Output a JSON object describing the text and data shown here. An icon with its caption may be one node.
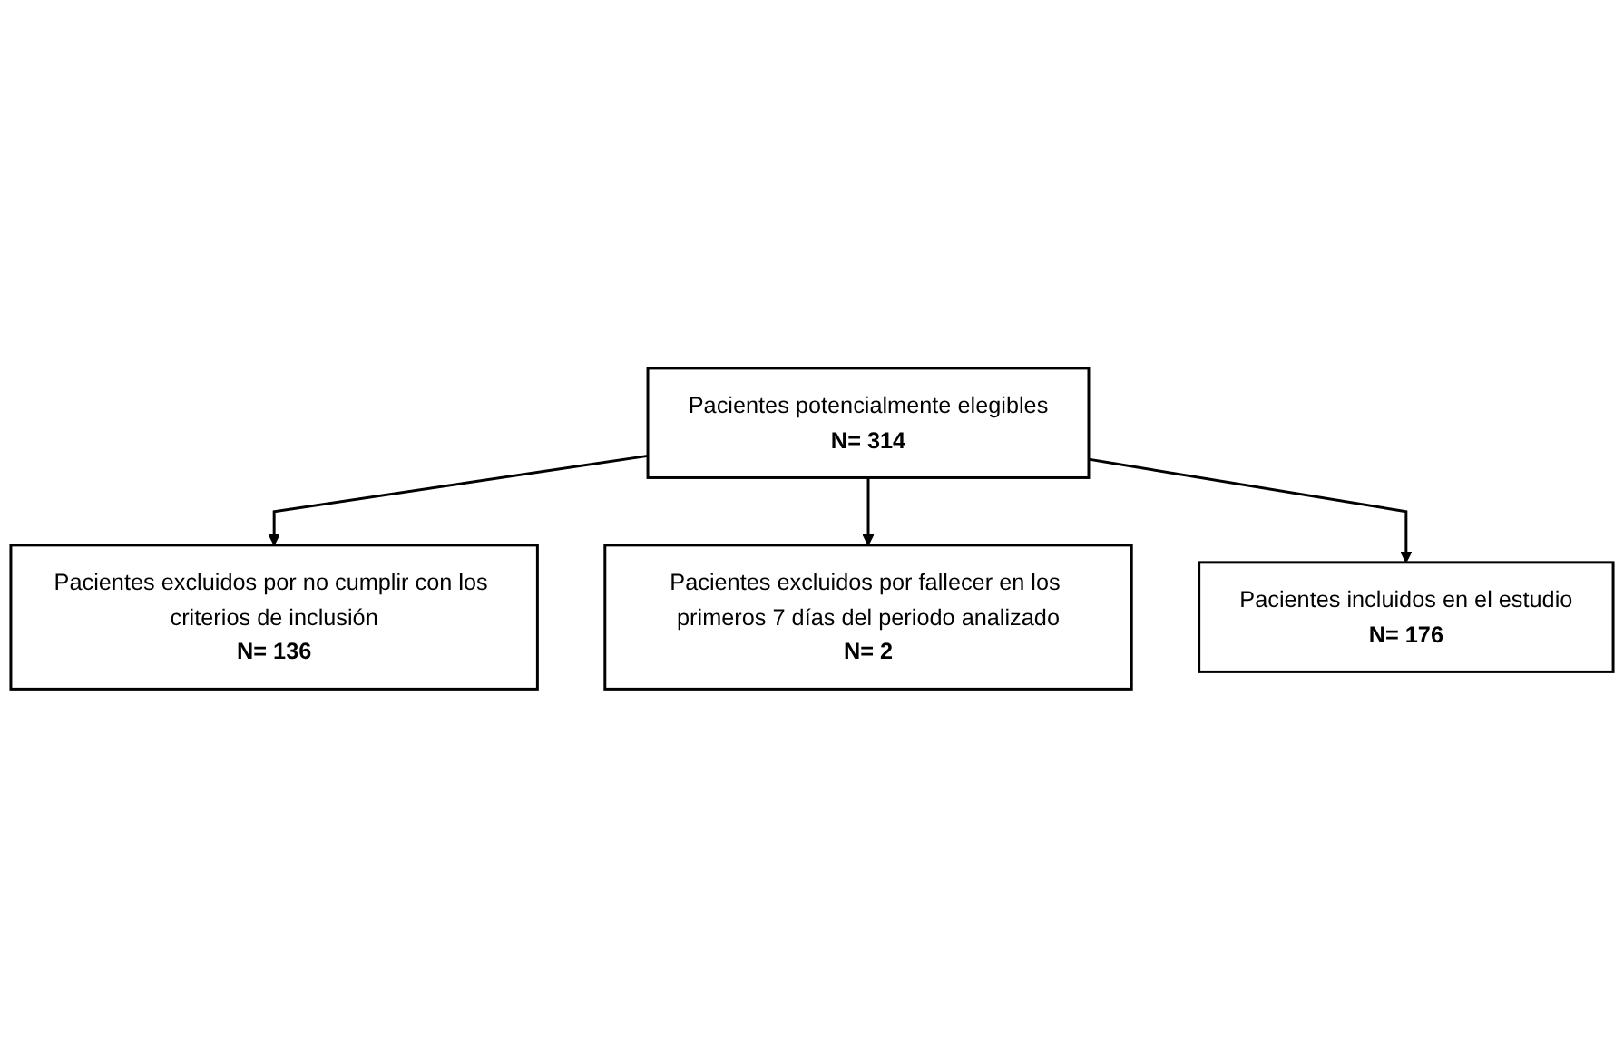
{
  "diagram": {
    "nodes": [
      {
        "text": [
          "Pacientes potencialmente elegibles",
          "N= 314"
        ]
      },
      {
        "text": [
          "Pacientes excluidos por no cumplir con los criterios de inclusión",
          "N= 136"
        ]
      },
      {
        "text": [
          "Pacientes excluidos por fallecer en los primeros 7 días del periodo analizado",
          "N= 2"
        ]
      },
      {
        "text": [
          "Pacientes incluidos en el estudio",
          "N= 176"
        ]
      }
    ],
    "edges": [
      {
        "from": 0,
        "to": 1,
        "arrow": "to"
      },
      {
        "from": 0,
        "to": 2,
        "arrow": "to"
      },
      {
        "from": 0,
        "to": 3,
        "arrow": "to"
      }
    ]
  }
}
